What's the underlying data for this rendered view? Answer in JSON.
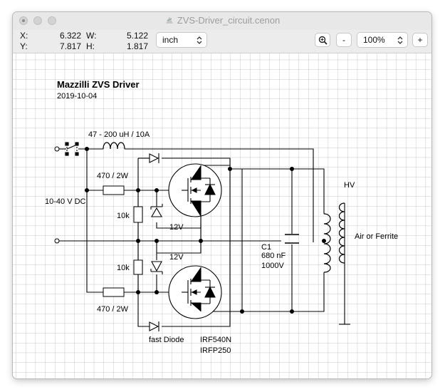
{
  "window": {
    "title": "ZVS-Driver_circuit.cenon"
  },
  "toolbar": {
    "x_label": "X:",
    "x_value": "6.322",
    "y_label": "Y:",
    "y_value": "7.817",
    "w_label": "W:",
    "w_value": "5.122",
    "h_label": "H:",
    "h_value": "1.817",
    "unit": "inch",
    "zoom_out_label": "-",
    "zoom": "100%",
    "zoom_in_label": "+"
  },
  "drawing": {
    "title": "Mazzilli ZVS Driver",
    "date": "2019-10-04",
    "inductor_label": "47 - 200 uH / 10A",
    "resistor_top_label": "470 / 2W",
    "resistor_bottom_label": "470 / 2W",
    "supply_label": "10-40 V DC",
    "pulldown_top_label": "10k",
    "pulldown_bottom_label": "10k",
    "zener_top_label": "12V",
    "zener_bottom_label": "12V",
    "capacitor_name": "C1",
    "capacitor_value": "680 nF",
    "capacitor_voltage": "1000V",
    "hv_label": "HV",
    "core_label": "Air or Ferrite",
    "diode_label": "fast Diode",
    "mosfet_label_1": "IRF540N",
    "mosfet_label_2": "IRFP250"
  }
}
